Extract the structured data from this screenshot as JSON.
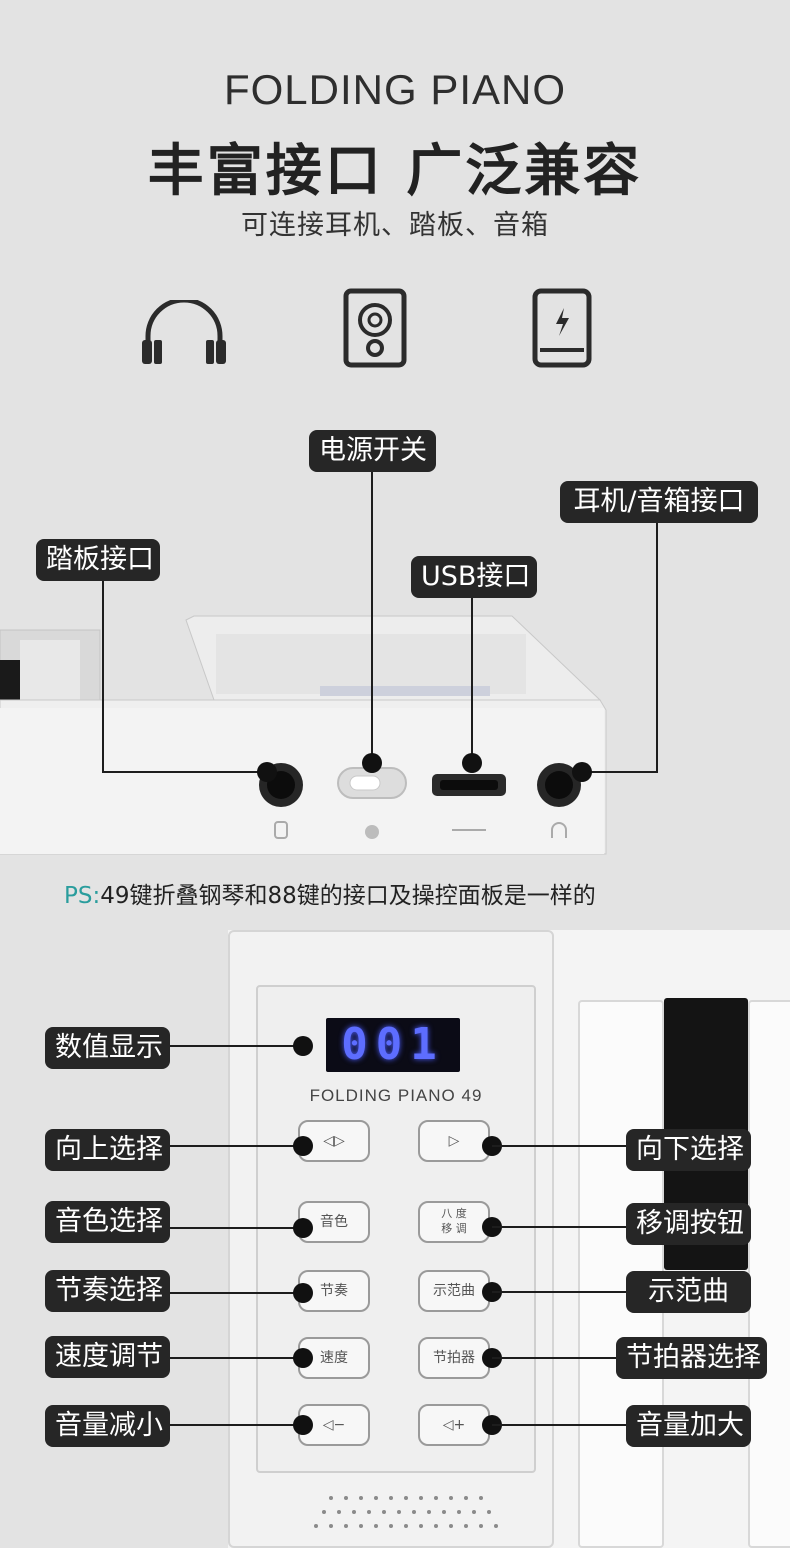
{
  "header": {
    "eyebrow": "FOLDING PIANO",
    "headline": "丰富接口 广泛兼容",
    "subline": "可连接耳机、踏板、音箱"
  },
  "feature_icons": [
    "headphones-icon",
    "speaker-icon",
    "power-bank-icon"
  ],
  "ports": {
    "pedal": "踏板接口",
    "power": "电源开关",
    "usb": "USB接口",
    "audio": "耳机/音箱接口"
  },
  "ps_note": {
    "prefix": "PS:",
    "text": "49键折叠钢琴和88键的接口及操控面板是一样的"
  },
  "panel": {
    "display_value": "001",
    "brand": "FOLDING PIANO 49",
    "buttons": {
      "left_arrow": "◁▷",
      "right_arrow": "▷",
      "tone": "音色",
      "transpose_top": "八 度",
      "transpose_bottom": "移 调",
      "rhythm": "节奏",
      "demo": "示范曲",
      "tempo": "速度",
      "metronome": "节拍器",
      "vol_down": "◁−",
      "vol_up": "◁+"
    }
  },
  "callouts": {
    "display": "数值显示",
    "up": "向上选择",
    "down": "向下选择",
    "tone": "音色选择",
    "transpose": "移调按钮",
    "rhythm": "节奏选择",
    "demo": "示范曲",
    "tempo": "速度调节",
    "metronome": "节拍器选择",
    "vol_down": "音量减小",
    "vol_up": "音量加大"
  }
}
